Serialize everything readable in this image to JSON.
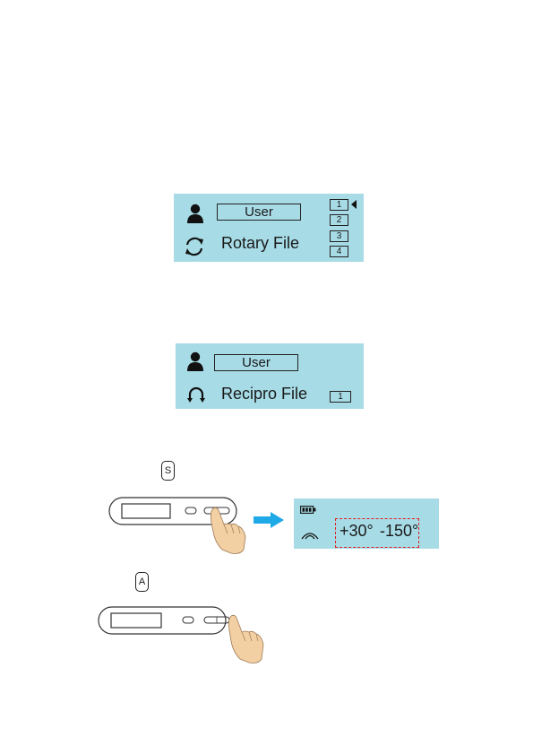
{
  "screen1": {
    "user_label": "User",
    "mode_label": "Rotary File",
    "slots": [
      "1",
      "2",
      "3",
      "4"
    ]
  },
  "screen2": {
    "user_label": "User",
    "mode_label": "Recipro File",
    "slot": "1"
  },
  "step_s": {
    "key_label": "S",
    "angle_forward": "+30°",
    "angle_reverse": "-150°",
    "highlight_color": "#e02020"
  },
  "step_a": {
    "key_label": "A"
  },
  "colors": {
    "lcd_background": "#a7dbe6",
    "arrow": "#1fa9e6"
  },
  "icons": [
    "user-icon",
    "rotary-icon",
    "recipro-icon",
    "battery-icon",
    "arc-icon",
    "device-outline",
    "pointing-hand-icon",
    "right-arrow-icon"
  ]
}
